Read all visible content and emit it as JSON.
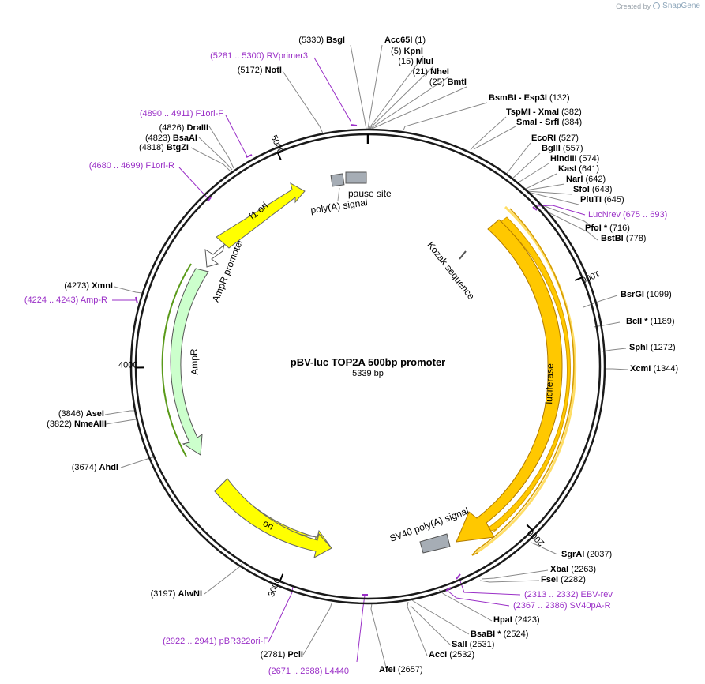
{
  "credit": {
    "text": "Created by",
    "brand": "SnapGene"
  },
  "plasmid": {
    "name": "pBV-luc TOP2A 500bp promoter",
    "size_label": "5339 bp",
    "length": 5339
  },
  "ticks": [
    {
      "pos": 1000,
      "label": "1000"
    },
    {
      "pos": 2000,
      "label": "2000"
    },
    {
      "pos": 3000,
      "label": "3000"
    },
    {
      "pos": 4000,
      "label": "4000"
    },
    {
      "pos": 5000,
      "label": "5000"
    }
  ],
  "features": {
    "f1_ori": "f1 ori",
    "ampr_promoter": "AmpR promoter",
    "ampr": "AmpR",
    "ori": "ori",
    "luciferase": "luciferase",
    "kozak": "Kozak sequence",
    "sv40_polya": "SV40 poly(A) signal",
    "polya_signal": "poly(A) signal",
    "pause_site": "pause site"
  },
  "sites": [
    {
      "name": "BsgI",
      "pos": "(5330)"
    },
    {
      "name": "Acc65I",
      "pos": "(1)"
    },
    {
      "name": "KpnI",
      "pos": "(5)"
    },
    {
      "name": "MluI",
      "pos": "(15)"
    },
    {
      "name": "NheI",
      "pos": "(21)"
    },
    {
      "name": "BmtI",
      "pos": "(25)"
    },
    {
      "name": "BsmBI",
      "name2": "Esp3I",
      "pos": "(132)"
    },
    {
      "name": "TspMI",
      "name2": "XmaI",
      "pos": "(382)"
    },
    {
      "name": "SmaI",
      "name2": "SrfI",
      "pos": "(384)"
    },
    {
      "name": "EcoRI",
      "pos": "(527)"
    },
    {
      "name": "BglII",
      "pos": "(557)"
    },
    {
      "name": "HindIII",
      "pos": "(574)"
    },
    {
      "name": "KasI",
      "pos": "(641)"
    },
    {
      "name": "NarI",
      "pos": "(642)"
    },
    {
      "name": "SfoI",
      "pos": "(643)"
    },
    {
      "name": "PluTI",
      "pos": "(645)"
    },
    {
      "name": "PfoI *",
      "pos": "(716)"
    },
    {
      "name": "BstBI",
      "pos": "(778)"
    },
    {
      "name": "BsrGI",
      "pos": "(1099)"
    },
    {
      "name": "BclI *",
      "pos": "(1189)"
    },
    {
      "name": "SphI",
      "pos": "(1272)"
    },
    {
      "name": "XcmI",
      "pos": "(1344)"
    },
    {
      "name": "SgrAI",
      "pos": "(2037)"
    },
    {
      "name": "XbaI",
      "pos": "(2263)"
    },
    {
      "name": "FseI",
      "pos": "(2282)"
    },
    {
      "name": "HpaI",
      "pos": "(2423)"
    },
    {
      "name": "BsaBI *",
      "pos": "(2524)"
    },
    {
      "name": "SalI",
      "pos": "(2531)"
    },
    {
      "name": "AccI",
      "pos": "(2532)"
    },
    {
      "name": "AfeI",
      "pos": "(2657)"
    },
    {
      "name": "PciI",
      "pos": "(2781)"
    },
    {
      "name": "AlwNI",
      "pos": "(3197)"
    },
    {
      "name": "AhdI",
      "pos": "(3674)"
    },
    {
      "name": "NmeAIII",
      "pos": "(3822)"
    },
    {
      "name": "AseI",
      "pos": "(3846)"
    },
    {
      "name": "XmnI",
      "pos": "(4273)"
    },
    {
      "name": "BtgZI",
      "pos": "(4818)"
    },
    {
      "name": "BsaAI",
      "pos": "(4823)"
    },
    {
      "name": "DraIII",
      "pos": "(4826)"
    },
    {
      "name": "NotI",
      "pos": "(5172)"
    }
  ],
  "primers": [
    {
      "range": "(5281 .. 5300)",
      "name": "RVprimer3"
    },
    {
      "range": "(4890 .. 4911)",
      "name": "F1ori-F"
    },
    {
      "range": "(4680 .. 4699)",
      "name": "F1ori-R"
    },
    {
      "range": "(675 .. 693)",
      "name": "LucNrev"
    },
    {
      "range": "(4224 .. 4243)",
      "name": "Amp-R"
    },
    {
      "range": "(2313 .. 2332)",
      "name": "EBV-rev"
    },
    {
      "range": "(2367 .. 2386)",
      "name": "SV40pA-R"
    },
    {
      "range": "(2922 .. 2941)",
      "name": "pBR322ori-F"
    },
    {
      "range": "(2671 .. 2688)",
      "name": "L4440"
    }
  ],
  "colors": {
    "backbone": "#1a1a1a",
    "feature_yellow": "#ffff00",
    "feature_orange": "#ffc800",
    "feature_green": "#ccffcc",
    "feature_white": "#ffffff",
    "terminator_gray": "#a6adb5",
    "primer": "#9a2fc7"
  }
}
